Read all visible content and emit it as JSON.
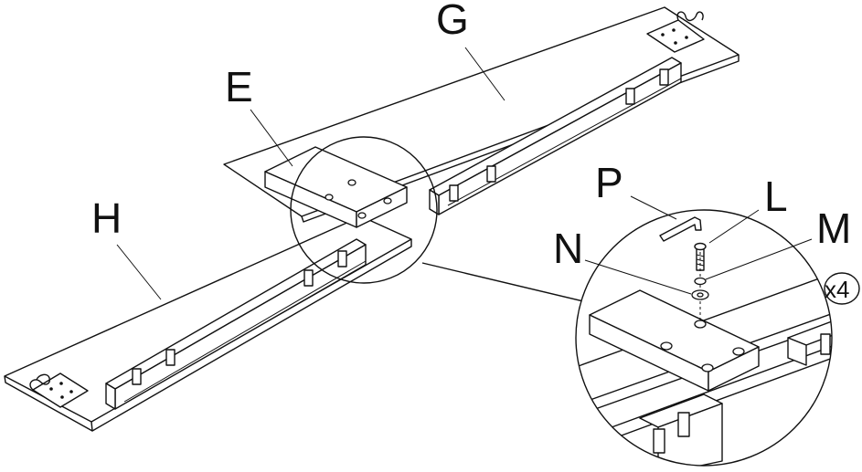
{
  "diagram": {
    "labels": {
      "g": "G",
      "e": "E",
      "h": "H",
      "p": "P",
      "l": "L",
      "m": "M",
      "n": "N"
    },
    "quantity": "x4"
  }
}
